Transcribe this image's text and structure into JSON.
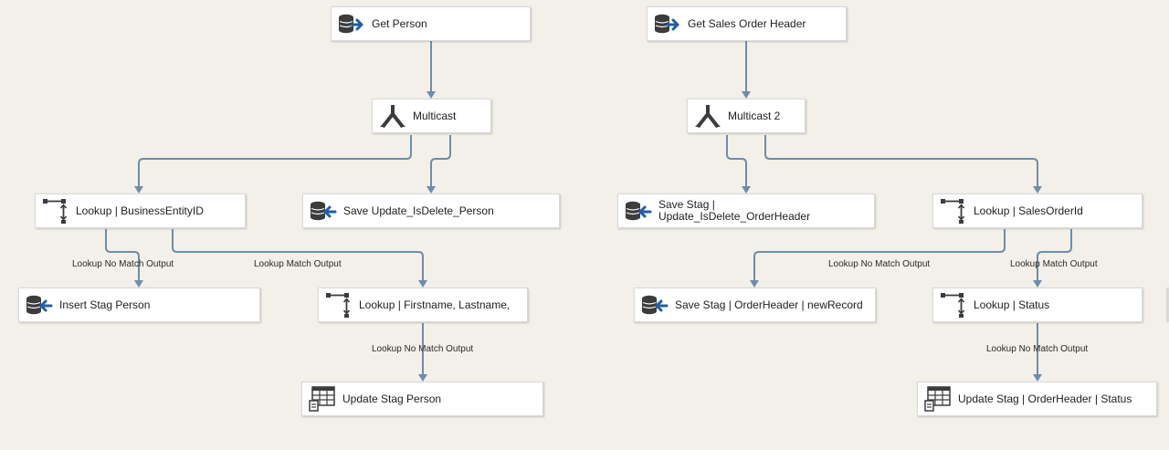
{
  "flows": [
    {
      "nodes": {
        "get_person": {
          "label": "Get Person",
          "icon": "source-db-icon"
        },
        "multicast": {
          "label": "Multicast",
          "icon": "multicast-icon"
        },
        "lookup_businessentityid": {
          "label": "Lookup | BusinessEntityID",
          "icon": "lookup-icon"
        },
        "save_update_isdelete_person": {
          "label": "Save Update_IsDelete_Person",
          "icon": "destination-db-icon"
        },
        "insert_stag_person": {
          "label": "Insert Stag Person",
          "icon": "destination-db-icon"
        },
        "lookup_firstname_lastname": {
          "label": "Lookup | Firstname, Lastname,",
          "icon": "lookup-icon"
        },
        "update_stag_person": {
          "label": "Update Stag Person",
          "icon": "oledb-command-icon"
        }
      },
      "edge_labels": {
        "lookup_no_match_1": "Lookup No Match Output",
        "lookup_match_1": "Lookup Match Output",
        "lookup_no_match_2": "Lookup No Match Output"
      }
    },
    {
      "nodes": {
        "get_sales_order_header": {
          "label": "Get Sales Order Header",
          "icon": "source-db-icon"
        },
        "multicast_2": {
          "label": "Multicast 2",
          "icon": "multicast-icon"
        },
        "save_stag_update_isdelete_orderheader": {
          "label": "Save Stag |\nUpdate_IsDelete_OrderHeader",
          "icon": "destination-db-icon"
        },
        "lookup_salesorderid": {
          "label": "Lookup | SalesOrderId",
          "icon": "lookup-icon"
        },
        "save_stag_orderheader_newrecord": {
          "label": "Save Stag | OrderHeader | newRecord",
          "icon": "destination-db-icon"
        },
        "lookup_status": {
          "label": "Lookup | Status",
          "icon": "lookup-icon"
        },
        "update_stag_orderheader_status": {
          "label": "Update Stag | OrderHeader | Status",
          "icon": "oledb-command-icon"
        }
      },
      "edge_labels": {
        "lookup_no_match_3": "Lookup No Match Output",
        "lookup_match_3": "Lookup Match Output",
        "lookup_no_match_4": "Lookup No Match Output"
      }
    }
  ],
  "colors": {
    "canvas": "#f2f0e9",
    "connector": "#6e8cab",
    "icon_dark": "#3c3c3c",
    "icon_accent": "#1e5fa8"
  }
}
